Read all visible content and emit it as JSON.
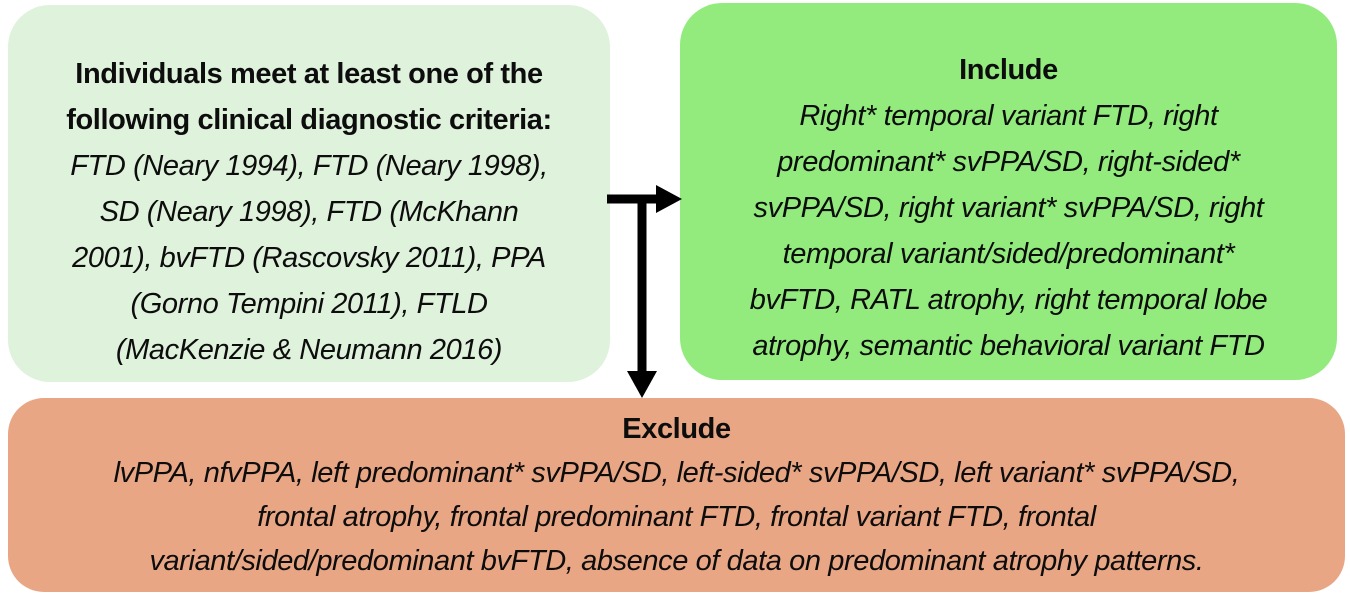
{
  "figure": {
    "type": "flow-diagram",
    "description_visible": false
  },
  "colors": {
    "page_bg": "#ffffff",
    "criteria_box_bg": "#dff2dc",
    "include_box_bg": "#92eb7c",
    "exclude_box_bg": "#e9a685",
    "arrow_color": "#000000",
    "text_color": "#0d0d0d"
  },
  "criteria_box": {
    "heading_lines": [
      "Individuals meet at least one of the",
      "following clinical diagnostic criteria:"
    ],
    "body_lines": [
      "FTD (Neary 1994), FTD (Neary 1998),",
      "SD (Neary 1998), FTD (McKhann",
      "2001), bvFTD (Rascovsky 2011), PPA",
      "(Gorno Tempini 2011), FTLD",
      "(MacKenzie & Neumann 2016)"
    ]
  },
  "include_box": {
    "title": "Include",
    "body_lines": [
      "Right* temporal variant FTD, right",
      "predominant* svPPA/SD, right-sided*",
      "svPPA/SD, right variant* svPPA/SD, right",
      "temporal variant/sided/predominant*",
      "bvFTD, RATL atrophy, right temporal lobe",
      "atrophy, semantic behavioral variant FTD"
    ]
  },
  "exclude_box": {
    "title": "Exclude",
    "body_lines": [
      "lvPPA, nfvPPA, left predominant* svPPA/SD, left-sided* svPPA/SD, left variant* svPPA/SD,",
      "frontal atrophy, frontal predominant FTD, frontal variant FTD, frontal",
      "variant/sided/predominant bvFTD, absence of data on predominant atrophy patterns."
    ]
  }
}
